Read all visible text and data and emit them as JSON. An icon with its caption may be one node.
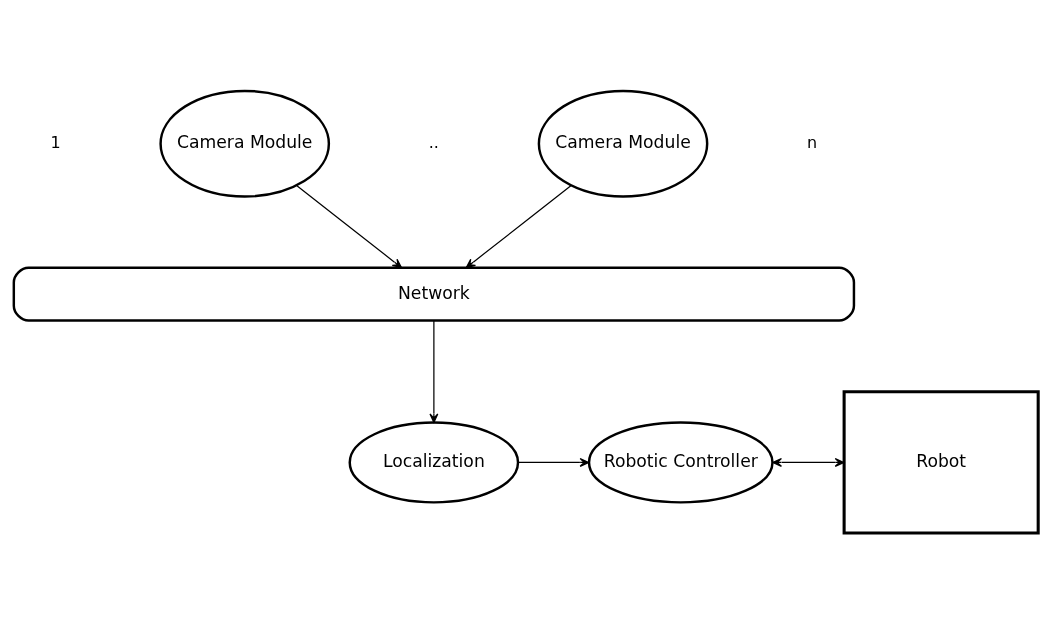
{
  "diagram": {
    "nodes": [
      {
        "text": [
          "Camera Module"
        ]
      },
      {
        "text": [
          "Camera Module"
        ]
      },
      {
        "text": [
          "Network"
        ]
      },
      {
        "text": [
          "Localization"
        ]
      },
      {
        "text": [
          "Robotic Controller"
        ]
      },
      {
        "text": [
          "Robot"
        ]
      }
    ],
    "edges": [
      {
        "from": 0,
        "to": 2,
        "arrow": "to"
      },
      {
        "from": 1,
        "to": 2,
        "arrow": "to"
      },
      {
        "from": 2,
        "to": 3,
        "arrow": "to"
      },
      {
        "from": 3,
        "to": 4,
        "arrow": "to"
      },
      {
        "from": 4,
        "to": 5,
        "arrow": "both"
      }
    ],
    "labels": [
      "1",
      "..",
      "n"
    ]
  }
}
